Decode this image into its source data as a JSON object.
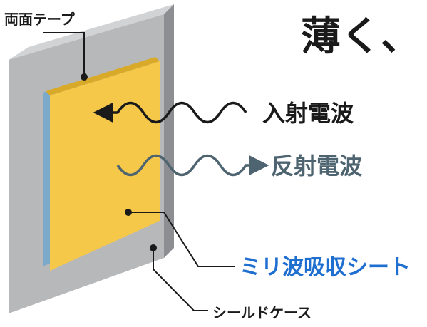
{
  "title": "薄く、",
  "labels": {
    "double_sided_tape": "両面テープ",
    "incident_wave": "入射電波",
    "reflected_wave": "反射電波",
    "absorber_sheet": "ミリ波吸収シート",
    "shield_case": "シールドケース"
  },
  "colors": {
    "shield_face": "#b7b8ba",
    "shield_side": "#8d8e91",
    "shield_top": "#d2d3d5",
    "sheet_face": "#f6c84a",
    "sheet_edge": "#d9a92a",
    "tape": "#7aa9c9",
    "incident_wave": "#1a1a1a",
    "reflected_wave": "#4e6470",
    "accent_blue": "#1f6fd1",
    "text_dark": "#1a1a1a"
  }
}
